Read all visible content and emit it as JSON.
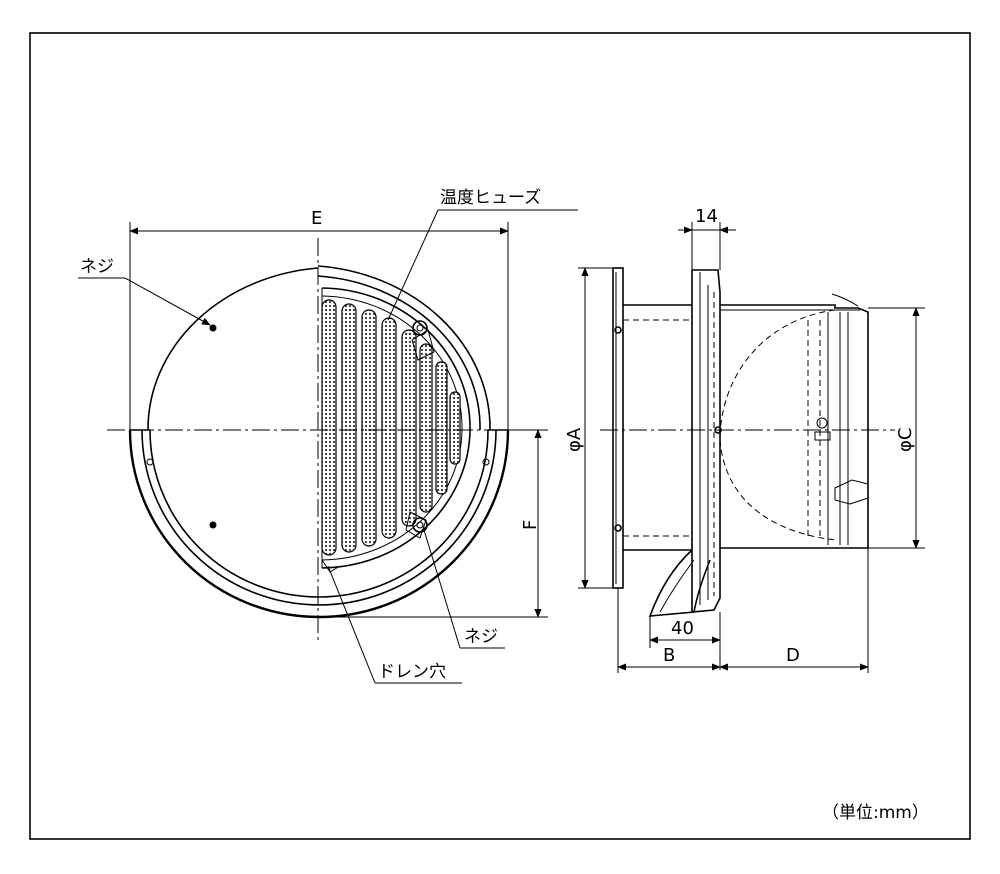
{
  "labels": {
    "screw_top": "ネジ",
    "thermal_fuse": "温度ヒューズ",
    "screw_bottom": "ネジ",
    "drain_hole": "ドレン穴"
  },
  "dimensions": {
    "E": "E",
    "F": "F",
    "phiA": "φA",
    "phiC": "φC",
    "B": "B",
    "D": "D",
    "d14": "14",
    "d40": "40"
  },
  "unit_note": "（単位:mm）"
}
